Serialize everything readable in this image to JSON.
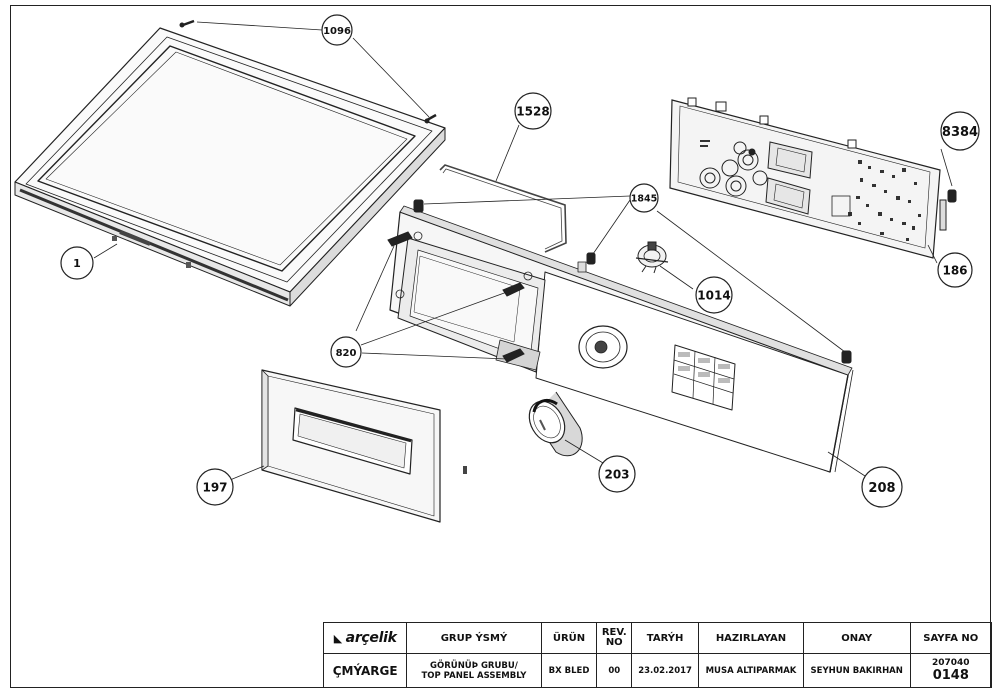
{
  "callouts": {
    "c1096": "1096",
    "c1528": "1528",
    "c8384": "8384",
    "c1845": "1845",
    "c1": "1",
    "c1014": "1014",
    "c186": "186",
    "c820": "820",
    "c197": "197",
    "c203": "203",
    "c208": "208"
  },
  "title_block": {
    "headers": {
      "logo": "arçelik",
      "group_name": "GRUP ÝSMÝ",
      "product": "ÜRÜN",
      "revision_line1": "REV.",
      "revision_line2": "NO",
      "date": "TARÝH",
      "prepared_by": "HAZIRLAYAN",
      "approval": "ONAY",
      "page_no": "SAYFA NO"
    },
    "values": {
      "department": "ÇMÝARGE",
      "group_name_line1": "GÖRÜNÜÞ GRUBU/",
      "group_name_line2": "TOP PANEL ASSEMBLY",
      "product": "BX BLED",
      "revision": "00",
      "date": "23.02.2017",
      "prepared_by": "MUSA ALTIPARMAK",
      "approval": "SEYHUN BAKIRHAN",
      "page_prefix": "207040",
      "page_number": "0148"
    }
  }
}
